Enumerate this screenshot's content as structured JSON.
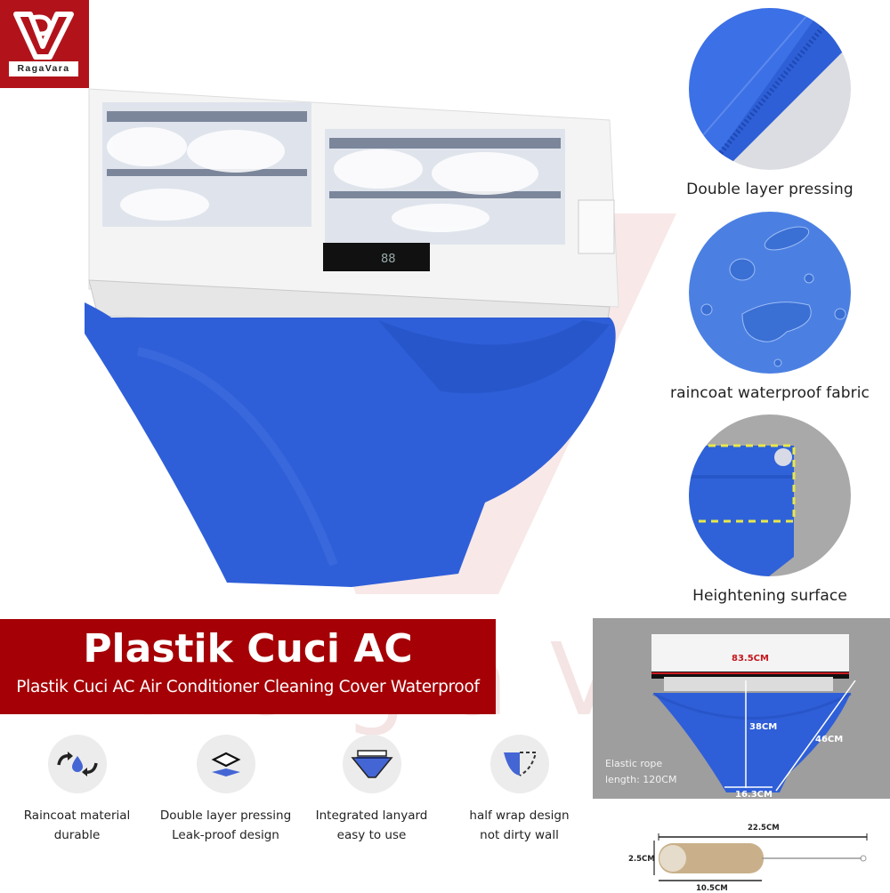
{
  "brand": {
    "logo_label": "RagaVara",
    "watermark": "RagaVara",
    "colors": {
      "brand_red": "#b2131b",
      "banner_red": "#a50005",
      "cover_blue": "#2f63d8",
      "icon_blue": "#4466d4"
    }
  },
  "hero": {
    "alt": "Air conditioner unit with blue waterproof cleaning cover attached",
    "display_reading": "88"
  },
  "features_right": [
    {
      "caption": "Double layer pressing",
      "icon": "seam-closeup"
    },
    {
      "caption": "raincoat waterproof fabric",
      "icon": "water-droplets-closeup"
    },
    {
      "caption": "Heightening surface",
      "icon": "dashed-edge-closeup"
    }
  ],
  "banner": {
    "title": "Plastik Cuci AC",
    "subtitle": "Plastik Cuci AC Air Conditioner Cleaning Cover Waterproof"
  },
  "features_bottom": [
    {
      "line1": "Raincoat material",
      "line2": "durable",
      "icon": "recycle-water-drop-icon"
    },
    {
      "line1": "Double layer pressing",
      "line2": "Leak-proof design",
      "icon": "layers-icon"
    },
    {
      "line1": "Integrated lanyard",
      "line2": "easy to use",
      "icon": "funnel-cover-icon"
    },
    {
      "line1": "half wrap design",
      "line2": "not dirty wall",
      "icon": "half-wrap-icon"
    }
  ],
  "dimensions": {
    "width_top": "83.5CM",
    "height": "38CM",
    "side": "46CM",
    "bottom": "16.3CM",
    "elastic_line1": "Elastic rope",
    "elastic_line2": "length: 120CM"
  },
  "brush": {
    "total_length": "22.5CM",
    "diameter": "2.5CM",
    "head_length": "10.5CM"
  }
}
